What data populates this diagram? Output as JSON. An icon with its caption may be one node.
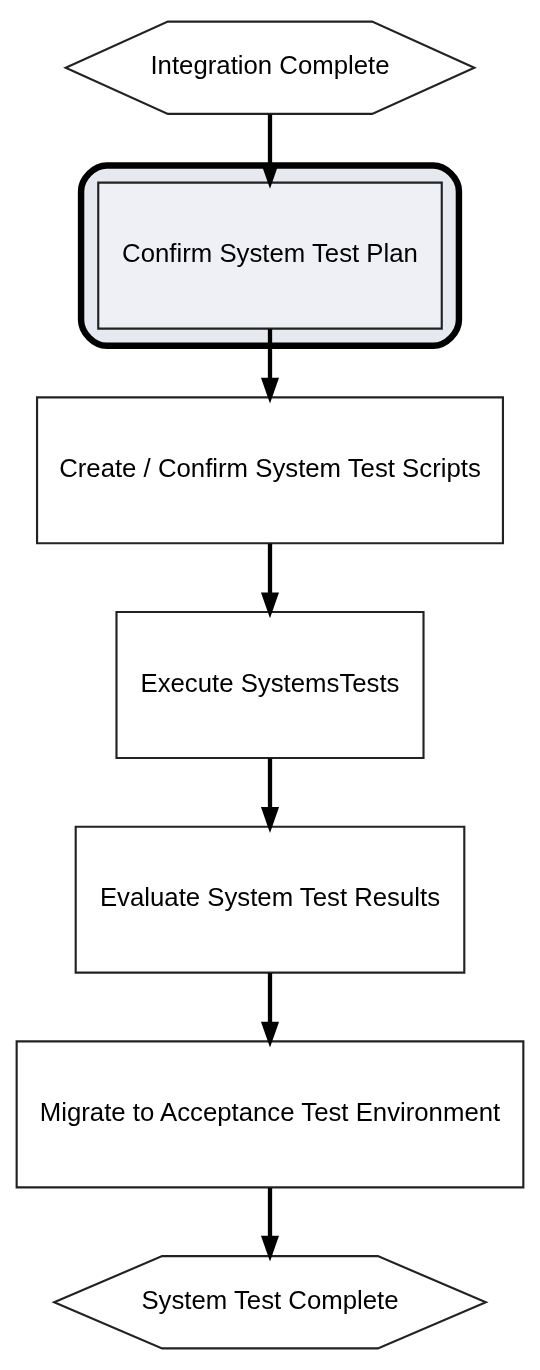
{
  "diagram": {
    "nodes": [
      {
        "text": [],
        "shape": "box"
      },
      {
        "text": [
          "Integration Complete"
        ]
      },
      {
        "text": [
          "Confirm System Test Plan"
        ],
        "in": 0
      },
      {
        "text": [
          "Create / Confirm System Test Scripts"
        ]
      },
      {
        "text": [
          "Execute SystemsTests"
        ]
      },
      {
        "text": [
          "Evaluate System Test Results"
        ]
      },
      {
        "text": [
          "Migrate to Acceptance Test Environment"
        ]
      },
      {
        "text": [
          "System Test Complete"
        ]
      }
    ],
    "edges": [
      {
        "from": 1,
        "to": 2,
        "arrow": "to"
      },
      {
        "from": 2,
        "to": 3,
        "arrow": "to"
      },
      {
        "from": 3,
        "to": 4,
        "arrow": "to"
      },
      {
        "from": 4,
        "to": 5,
        "arrow": "to"
      },
      {
        "from": 5,
        "to": 6,
        "arrow": "to"
      },
      {
        "from": 6,
        "to": 7,
        "arrow": "to"
      }
    ]
  }
}
